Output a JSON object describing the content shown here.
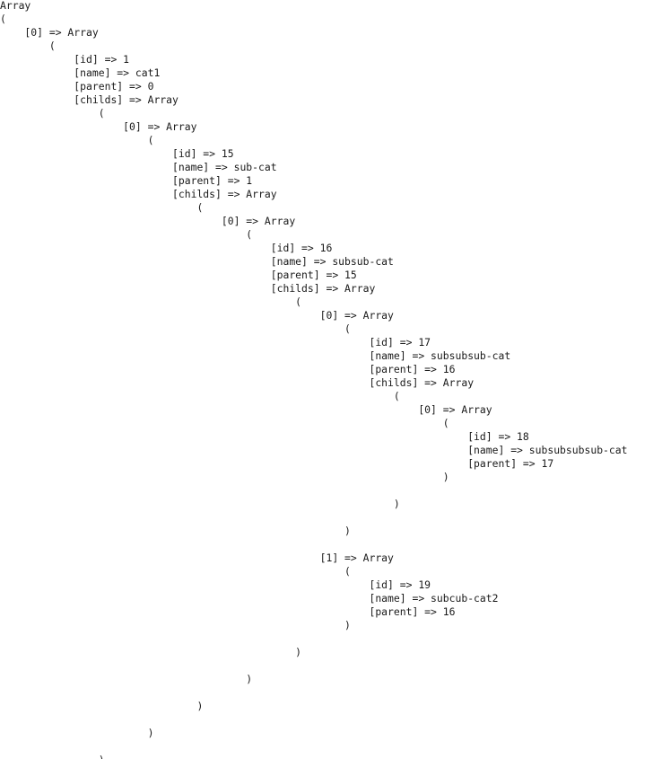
{
  "print_r_output": {
    "lines": [
      "Array",
      "(",
      "    [0] => Array",
      "        (",
      "            [id] => 1",
      "            [name] => cat1",
      "            [parent] => 0",
      "            [childs] => Array",
      "                (",
      "                    [0] => Array",
      "                        (",
      "                            [id] => 15",
      "                            [name] => sub-cat",
      "                            [parent] => 1",
      "                            [childs] => Array",
      "                                (",
      "                                    [0] => Array",
      "                                        (",
      "                                            [id] => 16",
      "                                            [name] => subsub-cat",
      "                                            [parent] => 15",
      "                                            [childs] => Array",
      "                                                (",
      "                                                    [0] => Array",
      "                                                        (",
      "                                                            [id] => 17",
      "                                                            [name] => subsubsub-cat",
      "                                                            [parent] => 16",
      "                                                            [childs] => Array",
      "                                                                (",
      "                                                                    [0] => Array",
      "                                                                        (",
      "                                                                            [id] => 18",
      "                                                                            [name] => subsubsubsub-cat",
      "                                                                            [parent] => 17",
      "                                                                        )",
      "",
      "                                                                )",
      "",
      "                                                        )",
      "",
      "                                                    [1] => Array",
      "                                                        (",
      "                                                            [id] => 19",
      "                                                            [name] => subcub-cat2",
      "                                                            [parent] => 16",
      "                                                        )",
      "",
      "                                                )",
      "",
      "                                        )",
      "",
      "                                )",
      "",
      "                        )",
      "",
      "                )"
    ]
  }
}
